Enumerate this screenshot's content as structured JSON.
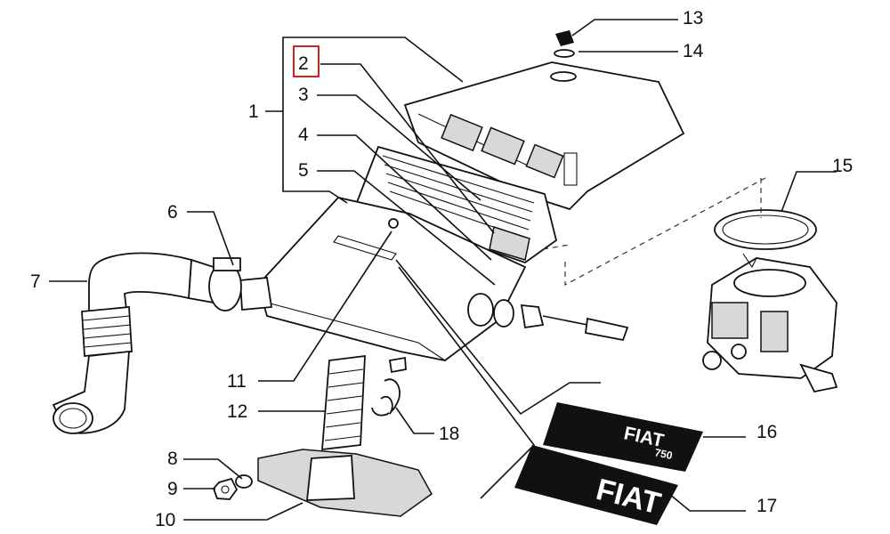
{
  "labels": {
    "c1": "1",
    "c2": "2",
    "c3": "3",
    "c4": "4",
    "c5": "5",
    "c6": "6",
    "c7": "7",
    "c8": "8",
    "c9": "9",
    "c10": "10",
    "c11": "11",
    "c12": "12",
    "c13": "13",
    "c14": "14",
    "c15": "15",
    "c16": "16",
    "c17": "17",
    "c18": "18"
  },
  "highlighted_label": "2",
  "highlight_color": "#d22222",
  "decal_small_text": "FIAT",
  "decal_small_number": "750",
  "decal_large_text": "FIAT"
}
